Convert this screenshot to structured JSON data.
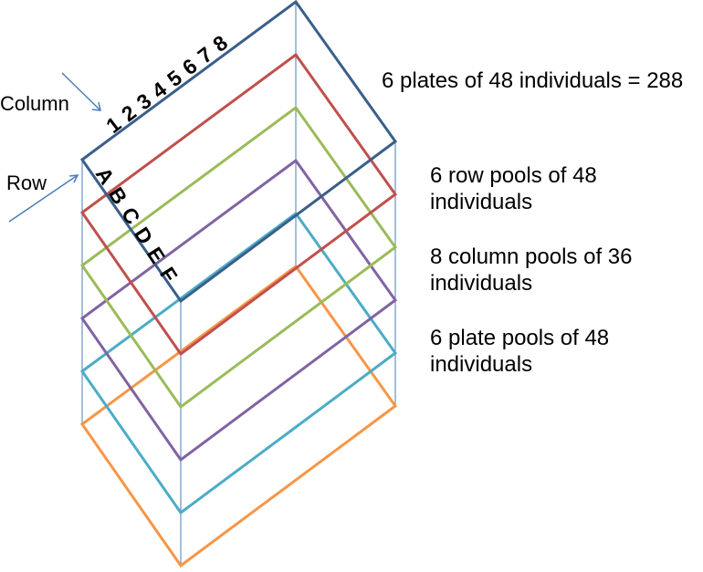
{
  "labels": {
    "column": "Column",
    "row": "Row"
  },
  "column_numbers": [
    "1",
    "2",
    "3",
    "4",
    "5",
    "6",
    "7",
    "8"
  ],
  "row_letters": [
    "A",
    "B",
    "C",
    "D",
    "E",
    "F"
  ],
  "descriptions": {
    "total": "6 plates of 48 individuals = 288",
    "row_pools": "6 row pools of 48 individuals",
    "column_pools": "8 column pools of 36 individuals",
    "plate_pools": "6 plate pools of 48 individuals"
  },
  "plates": [
    {
      "color": "#3a5f8a"
    },
    {
      "color": "#c0504d"
    },
    {
      "color": "#9bbb59"
    },
    {
      "color": "#8064a2"
    },
    {
      "color": "#4bacc6"
    },
    {
      "color": "#f79646"
    }
  ],
  "colors": {
    "vertical_edges": "#4a7ebb",
    "arrows": "#4a7ebb"
  }
}
